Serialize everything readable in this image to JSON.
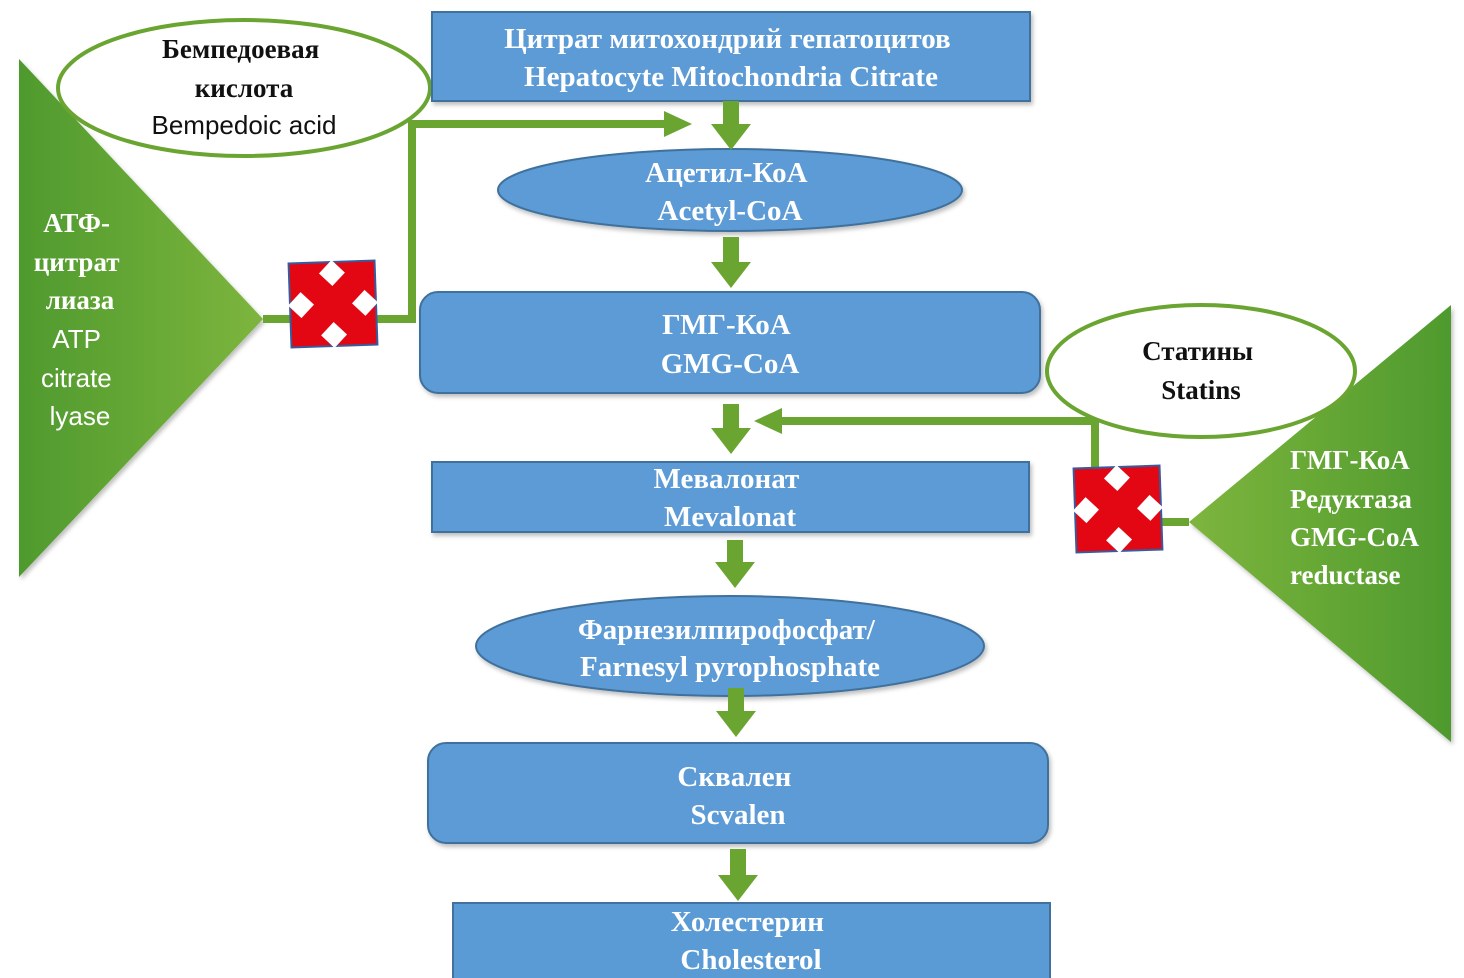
{
  "colors": {
    "node_fill": "#5b9bd5",
    "node_stroke": "#41719c",
    "arrow_green": "#6aa531",
    "enzyme_green_dark": "#4f9a2e",
    "enzyme_green_light": "#7db53d",
    "block_red": "#e30613",
    "block_stroke": "#3a5a9c",
    "drug_outline": "#6aa531",
    "text_white": "#ffffff",
    "text_dark": "#111111"
  },
  "pathway": {
    "nodes": [
      {
        "id": "citrate",
        "shape": "rect",
        "lines": [
          "Цитрат митохондрий гепатоцитов",
          "Hepatocyte Mitochondria Citrate"
        ]
      },
      {
        "id": "acetyl-coa",
        "shape": "ellipse",
        "lines": [
          "Ацетил-КоА",
          "Acetyl-CoA"
        ]
      },
      {
        "id": "hmg-coa",
        "shape": "rounded-rect",
        "lines": [
          "ГМГ-КоА",
          "GMG-CoA"
        ]
      },
      {
        "id": "mevalonate",
        "shape": "rect",
        "lines": [
          "Мевалонат",
          "Mevalonat"
        ]
      },
      {
        "id": "farnesyl-pp",
        "shape": "ellipse",
        "lines": [
          "Фарнезилпирофосфат/",
          "Farnesyl pyrophosphate"
        ]
      },
      {
        "id": "squalene",
        "shape": "rounded-rect",
        "lines": [
          "Сквален",
          "Scvalen"
        ]
      },
      {
        "id": "cholesterol",
        "shape": "rect",
        "lines": [
          "Холестерин",
          "Cholesterol"
        ]
      }
    ]
  },
  "drugs": {
    "bempedoic": {
      "lines": [
        "Бемпедоевая",
        "кислота",
        "Bempedoic acid"
      ]
    },
    "statins": {
      "lines": [
        "Статины",
        "Statins"
      ]
    }
  },
  "enzymes": {
    "acly": {
      "lines": [
        "АТФ-",
        "цитрат",
        "лиаза",
        "ATP",
        "citrate",
        "lyase"
      ]
    },
    "hmgcr": {
      "lines": [
        "ГМГ-КоА",
        "Редуктаза",
        "GMG-CoA",
        "reductase"
      ]
    }
  },
  "edges": [
    {
      "from": "citrate",
      "to": "acetyl-coa"
    },
    {
      "from": "acetyl-coa",
      "to": "hmg-coa"
    },
    {
      "from": "hmg-coa",
      "to": "mevalonate"
    },
    {
      "from": "mevalonate",
      "to": "farnesyl-pp"
    },
    {
      "from": "farnesyl-pp",
      "to": "squalene"
    },
    {
      "from": "squalene",
      "to": "cholesterol"
    },
    {
      "from": "acly",
      "to": "citrate-to-acetyl-coa",
      "blocked_by": "bempedoic"
    },
    {
      "from": "hmgcr",
      "to": "hmg-coa-to-mevalonate",
      "blocked_by": "statins"
    }
  ],
  "icons": {
    "block": "red-x-block-icon",
    "arrow": "green-arrow-icon"
  }
}
